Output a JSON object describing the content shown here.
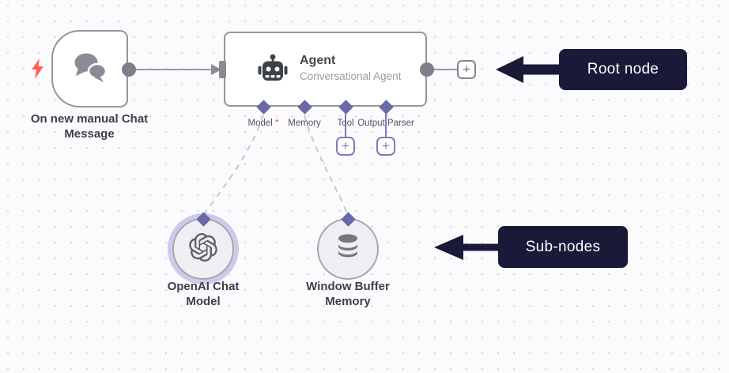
{
  "colors": {
    "background": "#fbfbfd",
    "grid_dot": "#d9d9e1",
    "node_border": "#9595a0",
    "connector_gray": "#8a8a94",
    "accent_purple": "#7c7cba",
    "diamond_purple": "#6a6aa8",
    "dashed_line": "#c6c6d0",
    "annotation_navy": "#1a1a38",
    "trigger_bolt_red": "#ff6150",
    "required_asterisk_red": "#ea5544",
    "selected_halo": "#cbcbe9",
    "text_dark": "#3f3f4a",
    "text_muted": "#9b9ba3"
  },
  "trigger_node": {
    "label": "On new manual Chat Message"
  },
  "agent_node": {
    "title": "Agent",
    "subtitle": "Conversational Agent",
    "endpoints": [
      {
        "label": "Model",
        "required_marker": "*"
      },
      {
        "label": "Memory"
      },
      {
        "label": "Tool"
      },
      {
        "label": "Output Parser"
      }
    ]
  },
  "icons": {
    "plus": "+"
  },
  "sub_nodes": [
    {
      "label": "OpenAI Chat Model",
      "selected": true
    },
    {
      "label": "Window Buffer Memory",
      "selected": false
    }
  ],
  "annotations": [
    {
      "label": "Root node"
    },
    {
      "label": "Sub-nodes"
    }
  ]
}
